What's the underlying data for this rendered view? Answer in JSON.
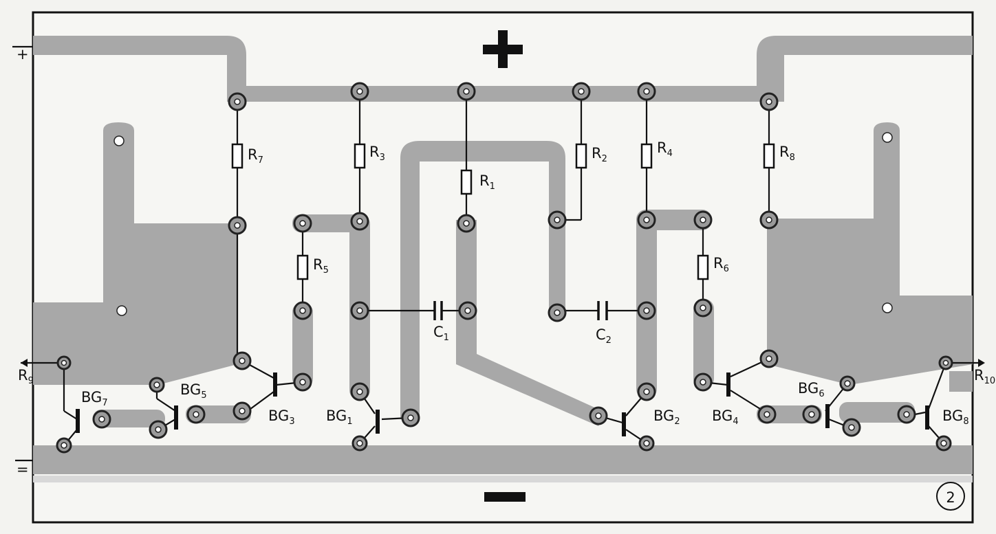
{
  "figure_number": "2",
  "polarity": {
    "plus": "+",
    "minus": "−"
  },
  "resistors": [
    {
      "id": "r7",
      "base": "R",
      "sub": "7"
    },
    {
      "id": "r3",
      "base": "R",
      "sub": "3"
    },
    {
      "id": "r1",
      "base": "R",
      "sub": "1"
    },
    {
      "id": "r2",
      "base": "R",
      "sub": "2"
    },
    {
      "id": "r4",
      "base": "R",
      "sub": "4"
    },
    {
      "id": "r8",
      "base": "R",
      "sub": "8"
    },
    {
      "id": "r5",
      "base": "R",
      "sub": "5"
    },
    {
      "id": "r6",
      "base": "R",
      "sub": "6"
    }
  ],
  "capacitors": [
    {
      "id": "c1",
      "base": "C",
      "sub": "1"
    },
    {
      "id": "c2",
      "base": "C",
      "sub": "2"
    }
  ],
  "transistors": [
    {
      "id": "bg7",
      "base": "BG",
      "sub": "7"
    },
    {
      "id": "bg5",
      "base": "BG",
      "sub": "5"
    },
    {
      "id": "bg3",
      "base": "BG",
      "sub": "3"
    },
    {
      "id": "bg1",
      "base": "BG",
      "sub": "1"
    },
    {
      "id": "bg2",
      "base": "BG",
      "sub": "2"
    },
    {
      "id": "bg4",
      "base": "BG",
      "sub": "4"
    },
    {
      "id": "bg6",
      "base": "BG",
      "sub": "6"
    },
    {
      "id": "bg8",
      "base": "BG",
      "sub": "8"
    }
  ],
  "terminals": [
    {
      "id": "r9",
      "base": "R",
      "sub": "9"
    },
    {
      "id": "r10",
      "base": "R",
      "sub": "10"
    }
  ],
  "edge_marks": {
    "left_top": "+",
    "left_bottom": "="
  }
}
